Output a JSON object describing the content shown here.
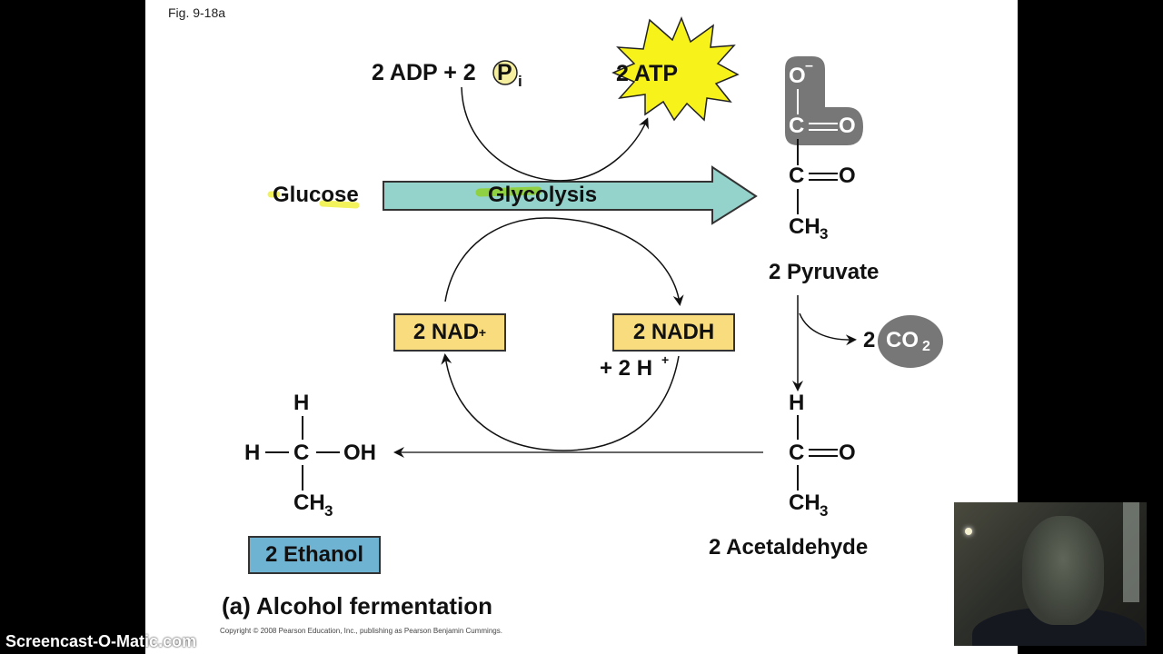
{
  "figure_label": "Fig. 9-18a",
  "colors": {
    "glycolysis_arrow": "#94d3cc",
    "atp_star": "#f7f21a",
    "nad_box": "#f8dc7e",
    "ethanol_box": "#6fb3d3",
    "co2_blob": "#777777",
    "carboxyl_highlight": "#777777",
    "yellow_highlight": "#f0f040",
    "green_highlight": "#8fd12a"
  },
  "inputs": {
    "adp": "2 ADP + 2",
    "pi_symbol": "P",
    "pi_subscript": "i"
  },
  "atp": {
    "label": "2 ATP"
  },
  "glucose": {
    "label": "Glucose"
  },
  "glycolysis": {
    "label": "Glycolysis"
  },
  "pyruvate": {
    "atoms": {
      "o_minus": "O",
      "minus": "–",
      "c1": "C",
      "o1": "O",
      "c2": "C",
      "o2": "O",
      "ch3": "CH",
      "sub3": "3"
    },
    "label": "2 Pyruvate"
  },
  "co2": {
    "coefficient": "2",
    "formula": "CO",
    "subscript": "2"
  },
  "nad": {
    "label": "2 NAD",
    "sup": "+"
  },
  "nadh": {
    "label": "2 NADH",
    "plus_h": "+ 2 H",
    "sup": "+"
  },
  "acetaldehyde": {
    "atoms": {
      "h": "H",
      "c": "C",
      "o": "O",
      "ch3": "CH",
      "sub3": "3"
    },
    "label": "2 Acetaldehyde"
  },
  "ethanol": {
    "atoms": {
      "h_top": "H",
      "h_left": "H",
      "c": "C",
      "oh": "OH",
      "ch3": "CH",
      "sub3": "3"
    },
    "label": "2 Ethanol"
  },
  "caption": "(a) Alcohol fermentation",
  "copyright": "Copyright © 2008 Pearson Education, Inc., publishing as Pearson Benjamin Cummings.",
  "watermark": "Screencast-O-Matic.com"
}
